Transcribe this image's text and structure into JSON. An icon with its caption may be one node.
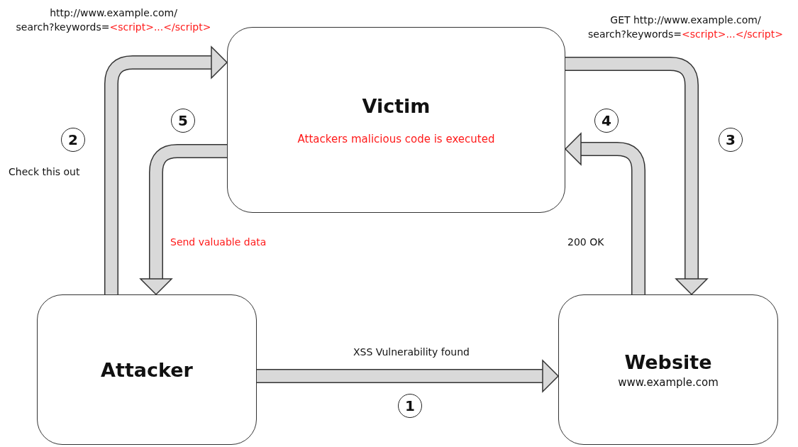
{
  "diagram": {
    "nodes": [
      {
        "text": [
          "Victim",
          "Attackers malicious code is executed"
        ]
      },
      {
        "text": [
          "Attacker"
        ]
      },
      {
        "text": [
          "Website",
          "www.example.com"
        ]
      },
      {
        "text": [
          "1"
        ]
      },
      {
        "text": [
          "2"
        ]
      },
      {
        "text": [
          "3"
        ]
      },
      {
        "text": [
          "4"
        ]
      },
      {
        "text": [
          "5"
        ]
      }
    ],
    "edges": [
      {
        "from": 1,
        "to": 2,
        "arrow": "to",
        "label": "XSS Vulnerability found"
      },
      {
        "from": 1,
        "to": 0,
        "arrow": "to",
        "label": "http://www.example.com/ search?keywords=<script>...</script>"
      },
      {
        "from": 0,
        "to": 2,
        "arrow": "to",
        "label": "GET http://www.example.com/ search?keywords=<script>...</script>"
      },
      {
        "from": 2,
        "to": 0,
        "arrow": "to",
        "label": "200 OK"
      },
      {
        "from": 0,
        "to": 1,
        "arrow": "to",
        "label": "Send valuable data"
      }
    ],
    "labels": [
      "Check this out"
    ]
  }
}
